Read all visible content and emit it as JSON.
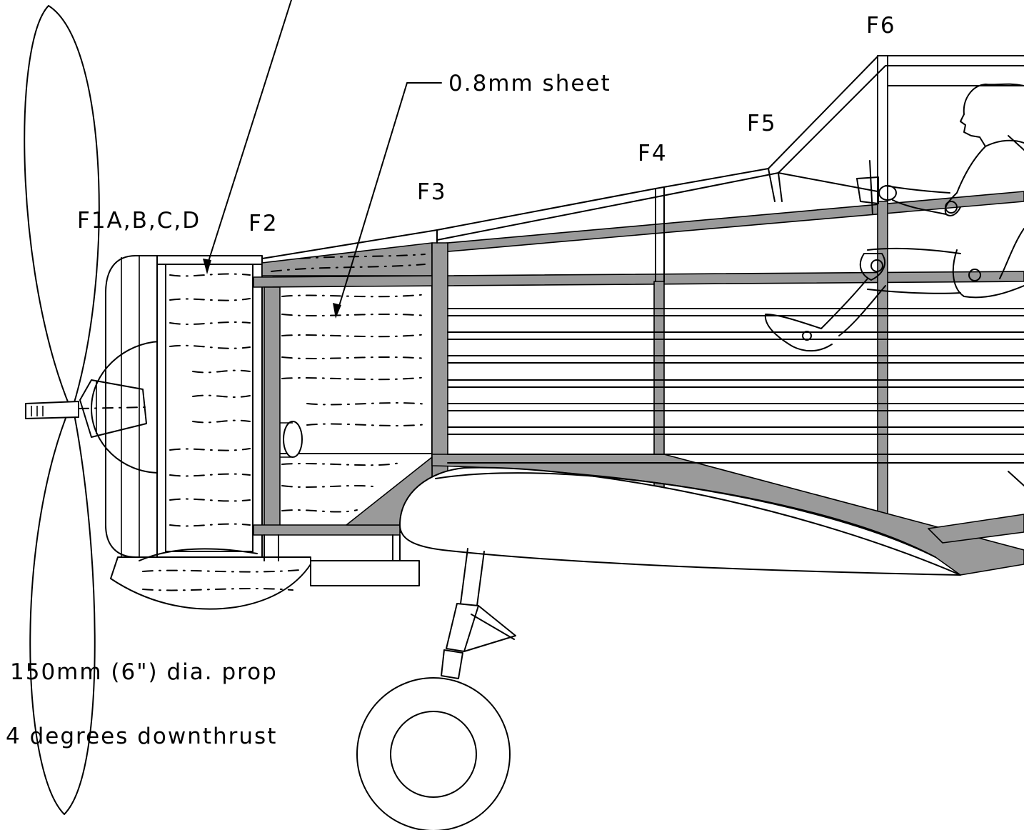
{
  "labels": {
    "f1": "F1A,B,C,D",
    "f2": "F2",
    "f3": "F3",
    "f4": "F4",
    "f5": "F5",
    "f6": "F6",
    "sheet": "0.8mm sheet",
    "prop": "150mm (6\") dia. prop",
    "thrust": "4 degrees downthrust"
  },
  "colors": {
    "line": "#000000",
    "fill_grey": "#9a9a9a",
    "background": "#ffffff"
  }
}
